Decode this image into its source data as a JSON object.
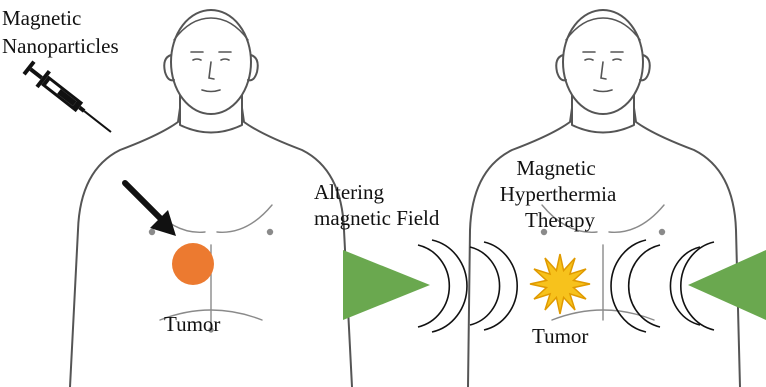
{
  "labels": {
    "nanoparticles_line1": "Magnetic",
    "nanoparticles_line2": "Nanoparticles",
    "field_line1": "Altering",
    "field_line2": "magnetic Field",
    "therapy_line1": "Magnetic",
    "therapy_line2": "Hyperthermia",
    "therapy_line3": "Therapy",
    "tumor_left": "Tumor",
    "tumor_right": "Tumor"
  },
  "colors": {
    "tumor": "#ec7a30",
    "starburst": "#f7c21c",
    "starburst_outline": "#e09a00",
    "coil_triangle": "#6aa84f",
    "body_outline": "#555555",
    "body_fill": "#ffffff",
    "arrow": "#111111"
  },
  "icons": {
    "syringe": "syringe-icon",
    "arrow": "arrow-down-right-icon",
    "tumor": "circle-tumor-icon",
    "heat": "starburst-icon"
  }
}
